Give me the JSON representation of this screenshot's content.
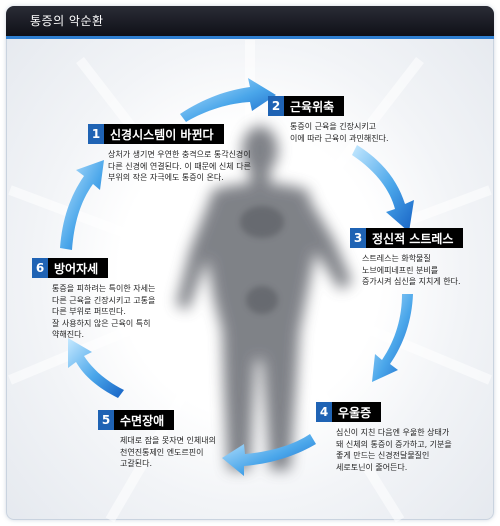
{
  "header": {
    "title": "통증의 악순환"
  },
  "colors": {
    "accent": "#1f63b4",
    "arrow_light": "#8fd0f7",
    "arrow_dark": "#1b6fcf",
    "title_bar": "#15161d"
  },
  "steps": [
    {
      "number": "1",
      "title": "신경시스템이 바뀐다",
      "lines": [
        "상처가 생기면 우연한 충격으로 통각신경이",
        "다른 신경에 연결된다. 이 때문에 신체 다른",
        "부위의 작은 자극에도 통증이 온다."
      ]
    },
    {
      "number": "2",
      "title": "근육위축",
      "lines": [
        "통증이 근육을 긴장시키고",
        "이에 따라 근육이 과민해진다."
      ]
    },
    {
      "number": "3",
      "title": "정신적 스트레스",
      "lines": [
        "스트레스는 화학물질",
        "노브에피네프린 분비를",
        "증가시켜 심신을 지치게 한다."
      ]
    },
    {
      "number": "4",
      "title": "우울증",
      "lines": [
        "심신이 지친 다음엔 우울한 상태가",
        "돼 신체의 통증이 증가하고, 기분을",
        "좋게 만드는 신경전달물질인",
        "세로토닌이 줄어든다."
      ]
    },
    {
      "number": "5",
      "title": "수면장애",
      "lines": [
        "제대로 잠을 못자면 인체내의",
        "천연진통제인 엔도르핀이",
        "고갈된다."
      ]
    },
    {
      "number": "6",
      "title": "방어자세",
      "lines": [
        "통증을 피하려는 특이한 자세는",
        "다른 근육을 긴장시키고 고통을",
        "다른 부위로 퍼뜨린다.",
        "잘 사용하지 않은 근육이 특히",
        "약해진다."
      ]
    }
  ]
}
